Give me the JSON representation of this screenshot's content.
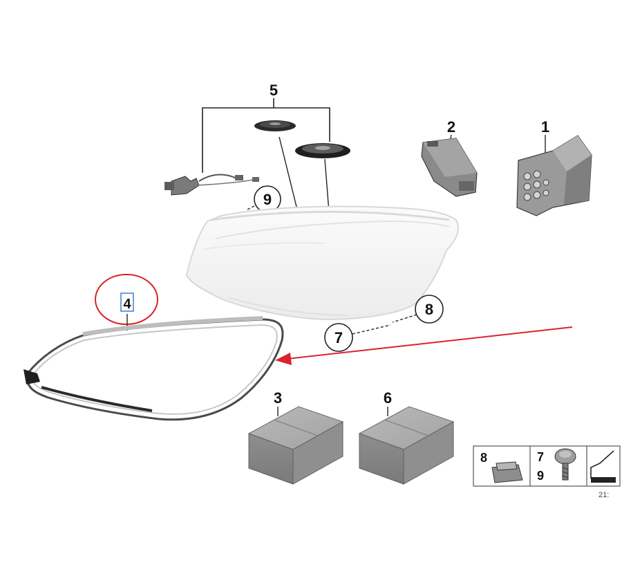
{
  "diagram": {
    "callouts": {
      "p1": "1",
      "p2": "2",
      "p3": "3",
      "p4": "4",
      "p5": "5",
      "p6": "6",
      "p7": "7",
      "p8": "8",
      "p9": "9"
    },
    "legend": {
      "clip_number": "8",
      "screw_numbers": [
        "7",
        "9"
      ]
    },
    "figure_code": "21:",
    "colors": {
      "highlight_red": "#d9232a",
      "line": "#222222",
      "part_grey": "#8a8a8a",
      "lens_white": "#f1f1f1"
    }
  }
}
